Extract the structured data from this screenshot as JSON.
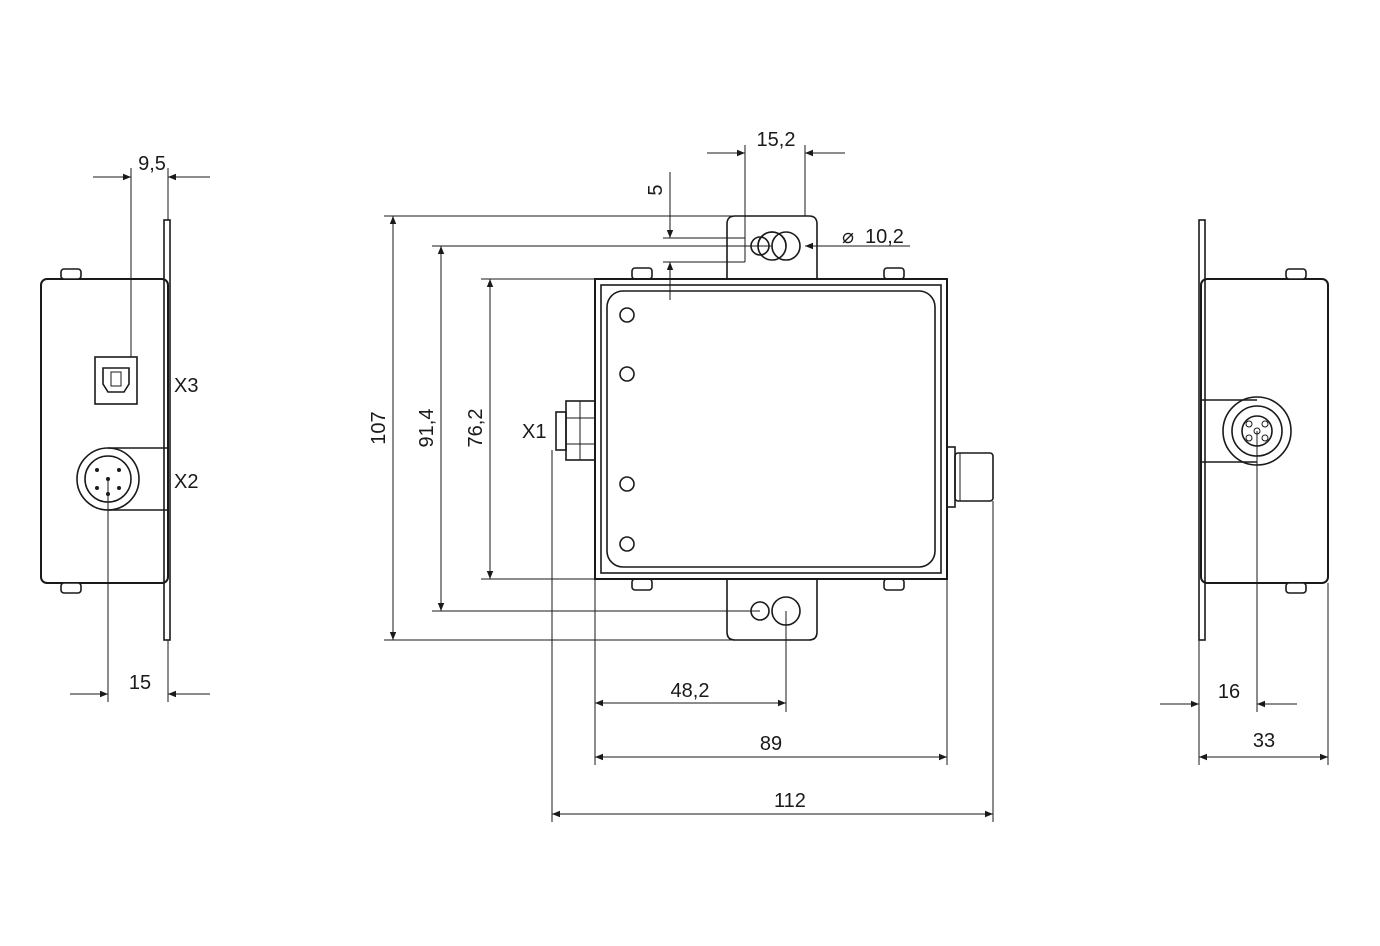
{
  "connectors": {
    "x1": "X1",
    "x2": "X2",
    "x3": "X3"
  },
  "dimensions": {
    "left_top": "9,5",
    "left_bottom": "15",
    "top_width": "15,2",
    "top_offset": "5",
    "hole_diameter": "10,2",
    "height_total": "107",
    "height_holes": "91,4",
    "height_body": "76,2",
    "width_hole": "48,2",
    "width_body": "89",
    "width_total": "112",
    "right_inner": "16",
    "right_total": "33"
  },
  "symbols": {
    "diameter": "⌀"
  }
}
